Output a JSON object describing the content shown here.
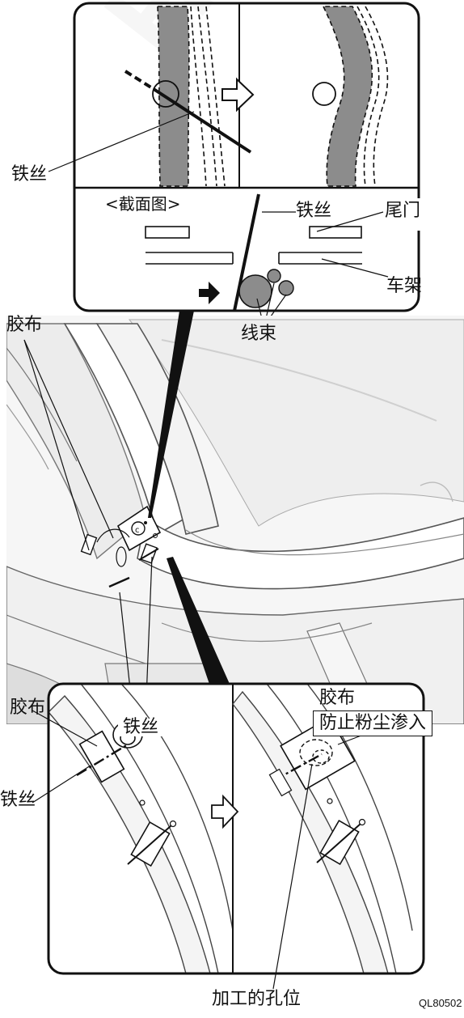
{
  "labels": {
    "top_wire": "铁丝",
    "section_title": "<截面图>",
    "section_wire": "铁丝",
    "tailgate": "尾门",
    "frame": "车架",
    "harness": "线束",
    "tape_upper": "胶布",
    "wire_middle": "铁丝",
    "tape_right": "胶布",
    "dustproof": "防止粉尘渗入",
    "tape_lower": "胶布",
    "wire_lower": "铁丝",
    "hole": "加工的孔位",
    "code": "QL80502"
  },
  "watermark": "HONDA",
  "colors": {
    "line": "#111111",
    "harness": "#8c8c8c",
    "shade": "#e6e6e6",
    "bg": "#ffffff"
  }
}
